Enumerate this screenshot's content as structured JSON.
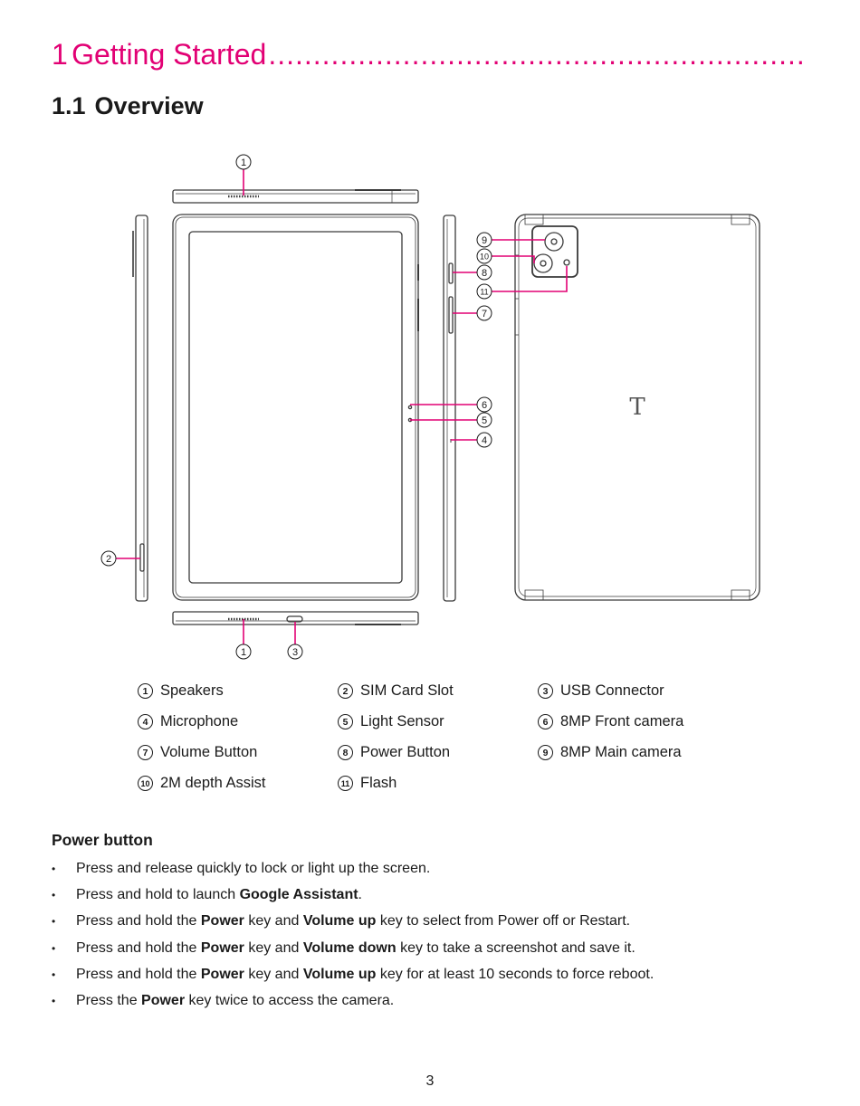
{
  "chapter": {
    "number": "1",
    "title": "Getting Started",
    "leader": "......................................................................................................................."
  },
  "section": {
    "number": "1.1",
    "title": "Overview"
  },
  "callouts": [
    "1",
    "2",
    "3",
    "4",
    "5",
    "6",
    "7",
    "8",
    "9",
    "10",
    "11"
  ],
  "brand_mark": "T",
  "legend": [
    {
      "badge": "1",
      "label": "Speakers"
    },
    {
      "badge": "2",
      "label": "SIM Card Slot"
    },
    {
      "badge": "3",
      "label": "USB Connector"
    },
    {
      "badge": "4",
      "label": "Microphone"
    },
    {
      "badge": "5",
      "label": "Light Sensor"
    },
    {
      "badge": "6",
      "label": "8MP Front camera"
    },
    {
      "badge": "7",
      "label": "Volume Button"
    },
    {
      "badge": "8",
      "label": "Power Button"
    },
    {
      "badge": "9",
      "label": "8MP Main camera"
    },
    {
      "badge": "10",
      "label": "2M depth Assist"
    },
    {
      "badge": "11",
      "label": "Flash"
    }
  ],
  "power": {
    "heading": "Power button",
    "bullet_char": "•",
    "items": [
      {
        "a": "Press and release quickly to lock or light up the screen."
      },
      {
        "a": "Press and hold to launch ",
        "b1": "Google Assistant",
        "c": "."
      },
      {
        "a": "Press and hold the ",
        "b1": "Power",
        "c": " key and ",
        "b2": "Volume up",
        "d": " key to select from Power off or Restart."
      },
      {
        "a": "Press and hold the ",
        "b1": "Power",
        "c": " key and ",
        "b2": "Volume down",
        "d": " key to take a screenshot and save it."
      },
      {
        "a": "Press and hold the ",
        "b1": "Power",
        "c": " key and ",
        "b2": "Volume up",
        "d": " key for at least 10 seconds to force reboot."
      },
      {
        "a": "Press the ",
        "b1": "Power",
        "c": " key twice to access the camera."
      }
    ]
  },
  "page_number": "3",
  "colors": {
    "accent": "#e20074",
    "text": "#1a1a1a",
    "line": "#3a3a3a"
  }
}
